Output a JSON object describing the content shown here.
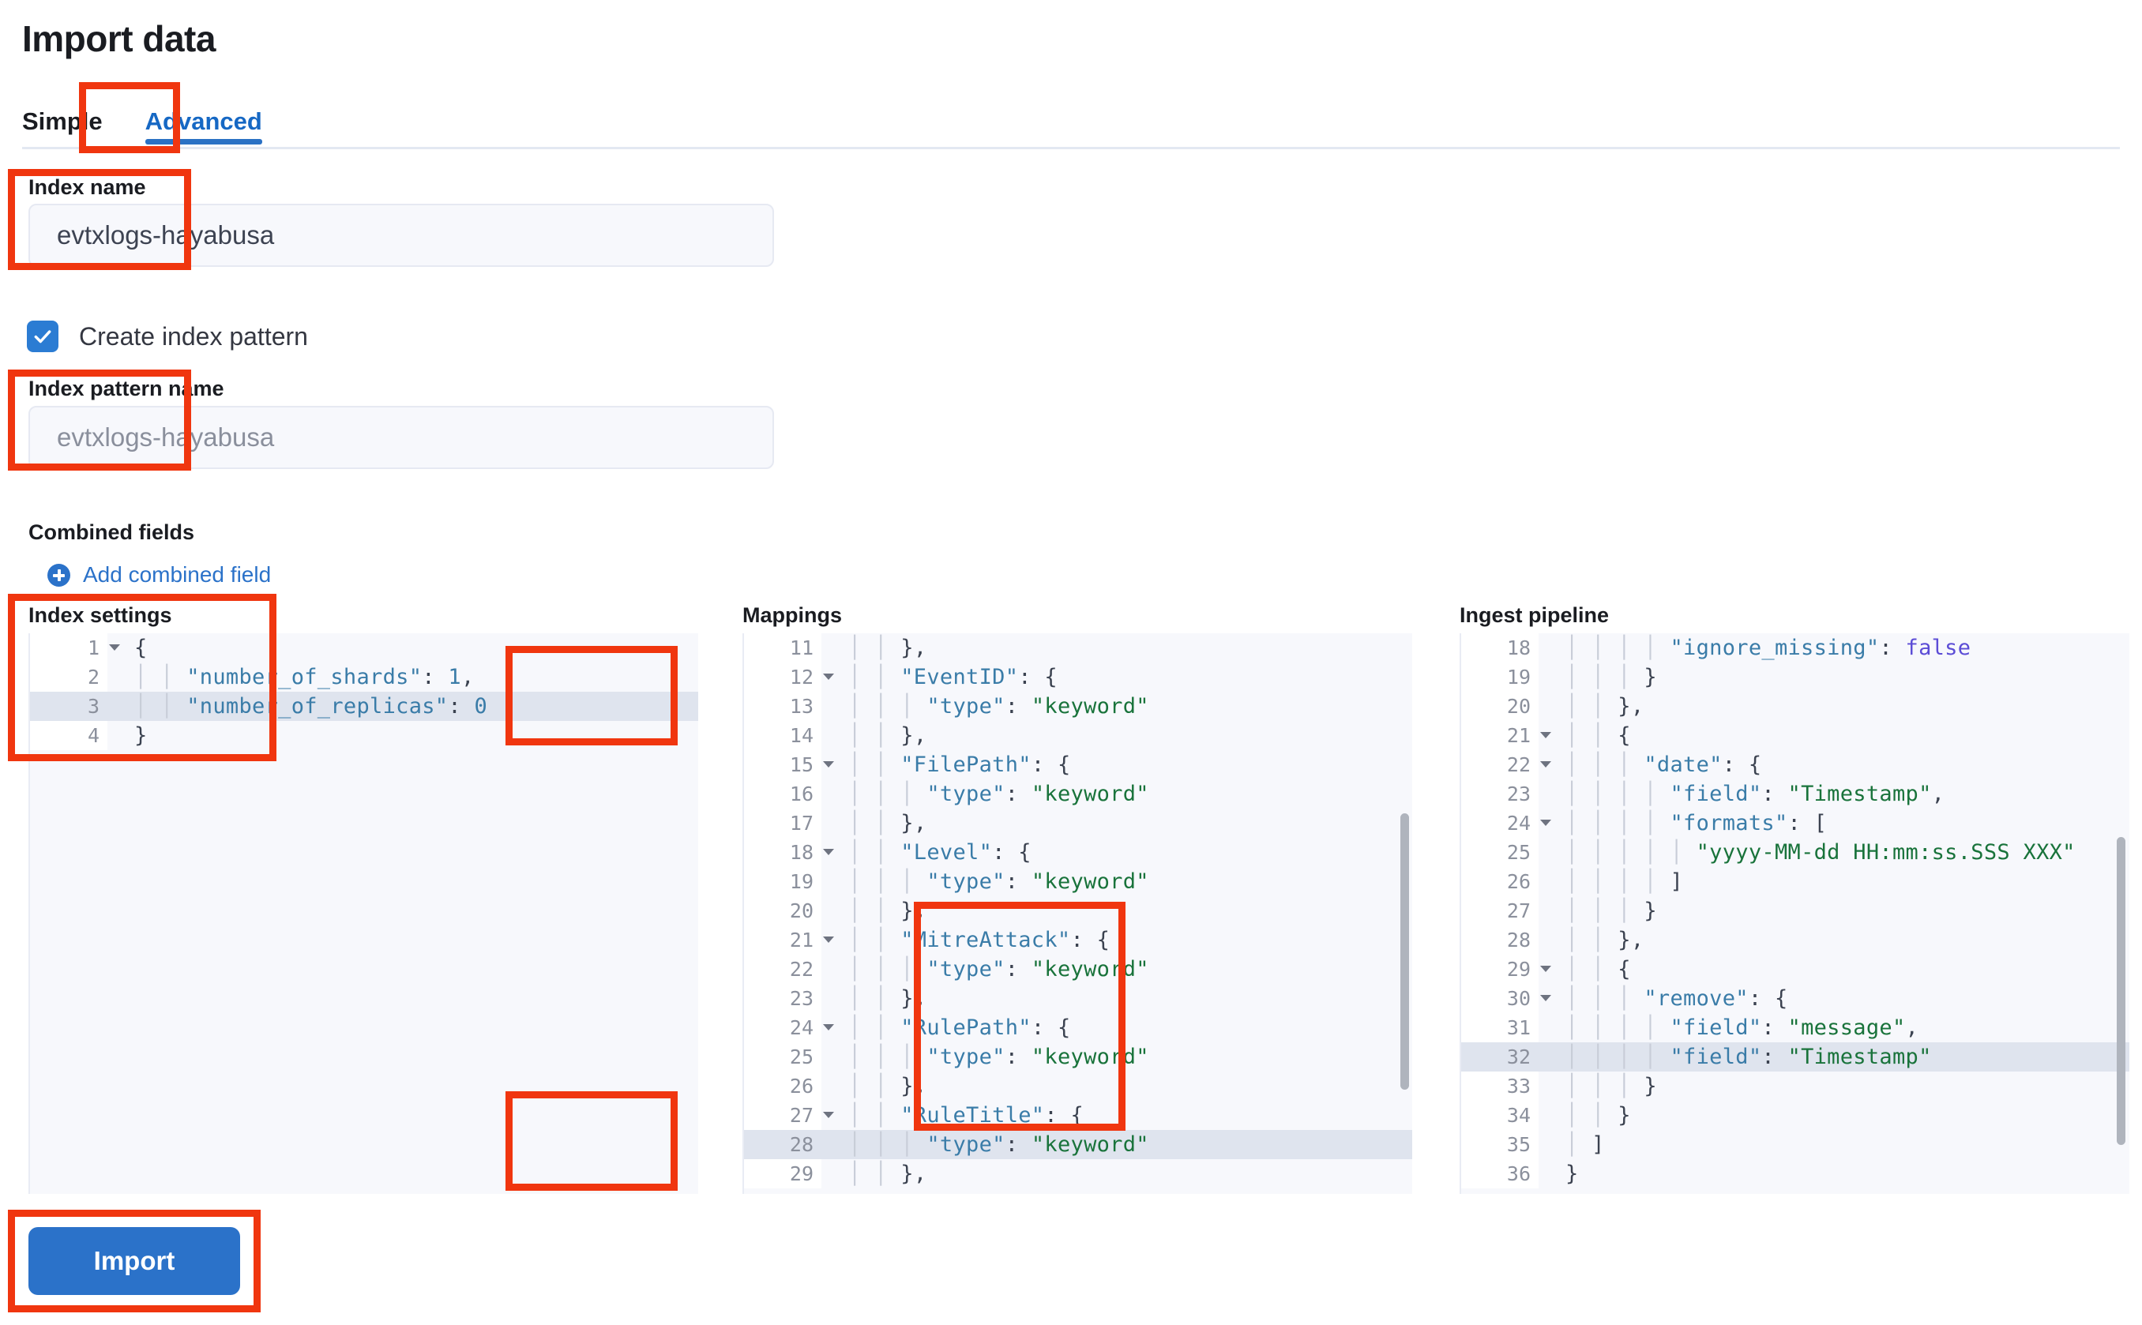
{
  "page": {
    "title": "Import data"
  },
  "tabs": [
    {
      "label": "Simple",
      "active": false
    },
    {
      "label": "Advanced",
      "active": true
    }
  ],
  "index_name": {
    "label": "Index name",
    "value": "evtxlogs-hayabusa",
    "placeholder": "evtxlogs-hayabusa"
  },
  "create_index_pattern": {
    "label": "Create index pattern",
    "checked": true
  },
  "index_pattern_name": {
    "label": "Index pattern name",
    "value": "evtxlogs-hayabusa",
    "placeholder": "evtxlogs-hayabusa"
  },
  "combined_fields": {
    "label": "Combined fields",
    "add_link": "Add combined field",
    "add_icon": "plus-circle-icon"
  },
  "editors": {
    "index_settings": {
      "title": "Index settings",
      "first_line_number": 1,
      "highlighted_line": 3,
      "fold_lines": [
        1
      ],
      "lines": [
        {
          "n": 1,
          "text": "{"
        },
        {
          "n": 2,
          "text": "    \"number_of_shards\": 1,"
        },
        {
          "n": 3,
          "text": "    \"number_of_replicas\": 0"
        },
        {
          "n": 4,
          "text": "}"
        }
      ]
    },
    "mappings": {
      "title": "Mappings",
      "first_line_number": 11,
      "highlighted_line": 28,
      "fold_lines": [
        12,
        15,
        18,
        21,
        24,
        27
      ],
      "lines": [
        {
          "n": 11,
          "text": "    },"
        },
        {
          "n": 12,
          "text": "    \"EventID\": {"
        },
        {
          "n": 13,
          "text": "      \"type\": \"keyword\""
        },
        {
          "n": 14,
          "text": "    },"
        },
        {
          "n": 15,
          "text": "    \"FilePath\": {"
        },
        {
          "n": 16,
          "text": "      \"type\": \"keyword\""
        },
        {
          "n": 17,
          "text": "    },"
        },
        {
          "n": 18,
          "text": "    \"Level\": {"
        },
        {
          "n": 19,
          "text": "      \"type\": \"keyword\""
        },
        {
          "n": 20,
          "text": "    },"
        },
        {
          "n": 21,
          "text": "    \"MitreAttack\": {"
        },
        {
          "n": 22,
          "text": "      \"type\": \"keyword\""
        },
        {
          "n": 23,
          "text": "    },"
        },
        {
          "n": 24,
          "text": "    \"RulePath\": {"
        },
        {
          "n": 25,
          "text": "      \"type\": \"keyword\""
        },
        {
          "n": 26,
          "text": "    },"
        },
        {
          "n": 27,
          "text": "    \"RuleTitle\": {"
        },
        {
          "n": 28,
          "text": "      \"type\": \"keyword\""
        },
        {
          "n": 29,
          "text": "    },"
        }
      ]
    },
    "ingest_pipeline": {
      "title": "Ingest pipeline",
      "first_line_number": 18,
      "highlighted_line": 32,
      "fold_lines": [
        21,
        22,
        24,
        29,
        30
      ],
      "lines": [
        {
          "n": 18,
          "text": "        \"ignore_missing\": false"
        },
        {
          "n": 19,
          "text": "      }"
        },
        {
          "n": 20,
          "text": "    },"
        },
        {
          "n": 21,
          "text": "    {"
        },
        {
          "n": 22,
          "text": "      \"date\": {"
        },
        {
          "n": 23,
          "text": "        \"field\": \"Timestamp\","
        },
        {
          "n": 24,
          "text": "        \"formats\": ["
        },
        {
          "n": 25,
          "text": "          \"yyyy-MM-dd HH:mm:ss.SSS XXX\""
        },
        {
          "n": 26,
          "text": "        ]"
        },
        {
          "n": 27,
          "text": "      }"
        },
        {
          "n": 28,
          "text": "    },"
        },
        {
          "n": 29,
          "text": "    {"
        },
        {
          "n": 30,
          "text": "      \"remove\": {"
        },
        {
          "n": 31,
          "text": "        \"field\": \"message\","
        },
        {
          "n": 32,
          "text": "        \"field\": \"Timestamp\""
        },
        {
          "n": 33,
          "text": "      }"
        },
        {
          "n": 34,
          "text": "    }"
        },
        {
          "n": 35,
          "text": "  ]"
        },
        {
          "n": 36,
          "text": "}"
        }
      ]
    }
  },
  "import_button": {
    "label": "Import"
  },
  "colors": {
    "accent_blue": "#2b72c9",
    "tab_active": "#1668c4",
    "annotation_red": "#f0360f",
    "editor_bg": "#f7f8fc",
    "highlight_row": "#dfe4ee",
    "code_key": "#3a7ca8",
    "code_string": "#19733b",
    "code_bool": "#5b4cd6"
  }
}
